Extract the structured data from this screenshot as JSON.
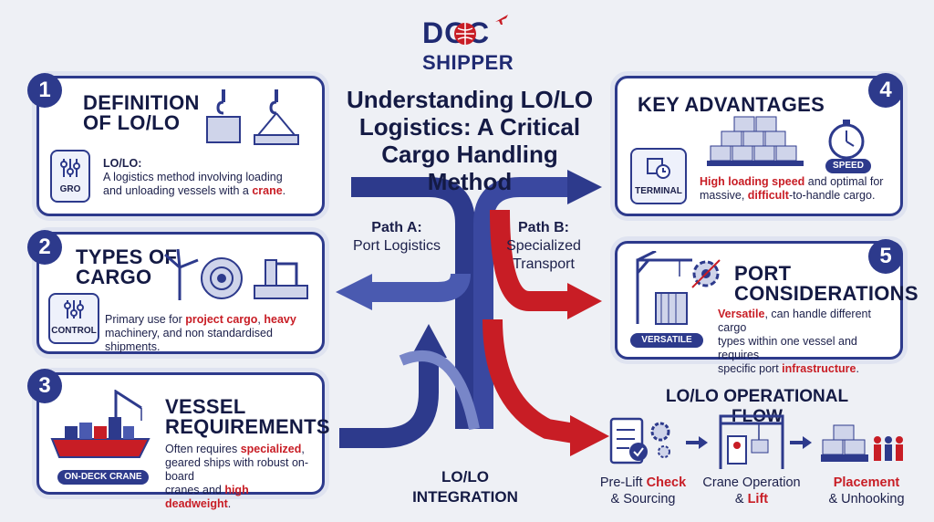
{
  "brand": {
    "logo_top": "DOC",
    "logo_bottom": "SHIPPER"
  },
  "main_title": [
    "Understanding LO/LO",
    "Logistics: A Critical",
    "Cargo Handling Method"
  ],
  "path_a": {
    "title": "Path A:",
    "sub": "Port Logistics"
  },
  "path_b": {
    "title": "Path B:",
    "sub1": "Specialized",
    "sub2": "Transport"
  },
  "integration": {
    "line1": "LO/LO",
    "line2": "INTEGRATION"
  },
  "cards": {
    "c1": {
      "num": "1",
      "title1": "DEFINITION",
      "title2": "OF LO/LO",
      "icon_label": "GRO",
      "term": "LO/LO:",
      "text1": "A logistics method involving loading",
      "text2": "and unloading vessels with a ",
      "text2_red": "crane",
      "text2_end": "."
    },
    "c2": {
      "num": "2",
      "title1": "TYPES OF",
      "title2": "CARGO",
      "icon_label": "CONTROL",
      "t1": "Primary use for ",
      "r1": "project cargo",
      "t2": ", ",
      "r2": "heavy",
      "t3": "machinery",
      "t4": ", and non standardised shipments."
    },
    "c3": {
      "num": "3",
      "title1": "VESSEL",
      "title2": "REQUIREMENTS",
      "badge": "ON-DECK CRANE",
      "t1": "Often requires ",
      "r1": "specialized",
      "t2": ",",
      "t3": "geared ships with robust on-board",
      "t4": "cranes and ",
      "r2": "high deadweight",
      "t5": "."
    },
    "c4": {
      "num": "4",
      "title": "KEY ADVANTAGES",
      "icon_label": "TERMINAL",
      "badge": "SPEED",
      "r1": "High loading speed",
      "t1": " and optimal for",
      "t2": "massive, ",
      "r2": "difficult",
      "t3": "-to-handle cargo."
    },
    "c5": {
      "num": "5",
      "title1": "PORT",
      "title2": "CONSIDERATIONS",
      "badge": "VERSATILE",
      "r1": "Versatile",
      "t1": ", can handle different cargo",
      "t2": "types within one vessel and requires",
      "t3": "specific port ",
      "r2": "infrastructure",
      "t4": "."
    }
  },
  "flow": {
    "title": "LO/LO OPERATIONAL FLOW",
    "s1a": "Pre-Lift ",
    "s1r": "Check",
    "s1b": "& Sourcing",
    "s2a": "Crane Operation",
    "s2b": "& ",
    "s2r": "Lift",
    "s3r": "Placement",
    "s3b": "& Unhooking"
  },
  "colors": {
    "navy": "#2d3a8c",
    "red": "#c81d25",
    "bg": "#eef0f5"
  }
}
